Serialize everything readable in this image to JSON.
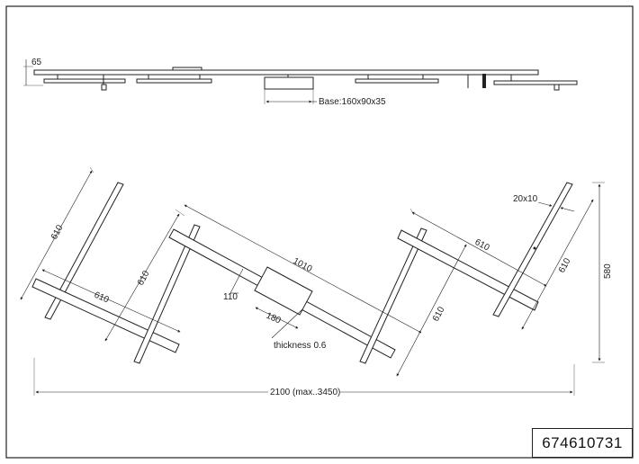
{
  "drawing": {
    "side_view": {
      "height_dim": "65",
      "base_label": "Base:160x90x35"
    },
    "top_view": {
      "arm_top_left_a": "610",
      "arm_top_left_b": "610",
      "arm_top_left_c": "610",
      "center_length": "1010",
      "right_bar_a": "610",
      "right_bar_b": "610",
      "right_bar_c": "610",
      "profile": "20x10",
      "height_total": "580",
      "base_w": "110",
      "base_l": "180",
      "thickness": "thickness 0.6",
      "total_length": "2100 (max..3450)"
    },
    "article_number": "674610731"
  }
}
